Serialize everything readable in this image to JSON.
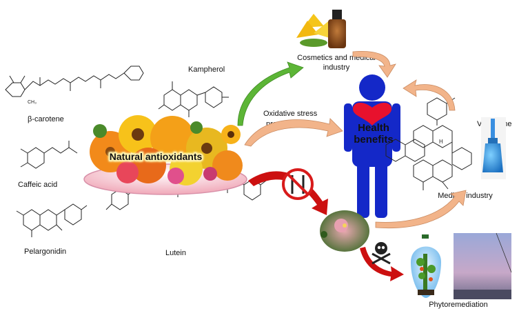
{
  "labels": {
    "kampherol": "Kampherol",
    "beta_carotene": "β-carotene",
    "caffeic_acid": "Caffeic acid",
    "pelargonidin": "Pelargonidin",
    "lutein": "Lutein",
    "natural_antioxidants": "Natural antioxidants",
    "oxidative_stress_line1": "Oxidative stress",
    "oxidative_stress_line2": "prevention",
    "cosmetics_line1": "Cosmetics and medical",
    "cosmetics_line2": "industry",
    "health_line1": "Health",
    "health_line2": "benefits",
    "vincristine": "Vincristine",
    "medical_industry": "Medical industry",
    "phytoremediation": "Phytoremediation"
  },
  "colors": {
    "human_figure": "#1428c8",
    "heart": "#e8112d",
    "arrow_orange": "#f2b48a",
    "arrow_green": "#5cb536",
    "arrow_red": "#cc1010",
    "prohibition": "#d81b1b"
  },
  "icons": [
    "no-eating-icon",
    "skull-crossbones-icon",
    "heart-icon",
    "human-figure-icon"
  ]
}
